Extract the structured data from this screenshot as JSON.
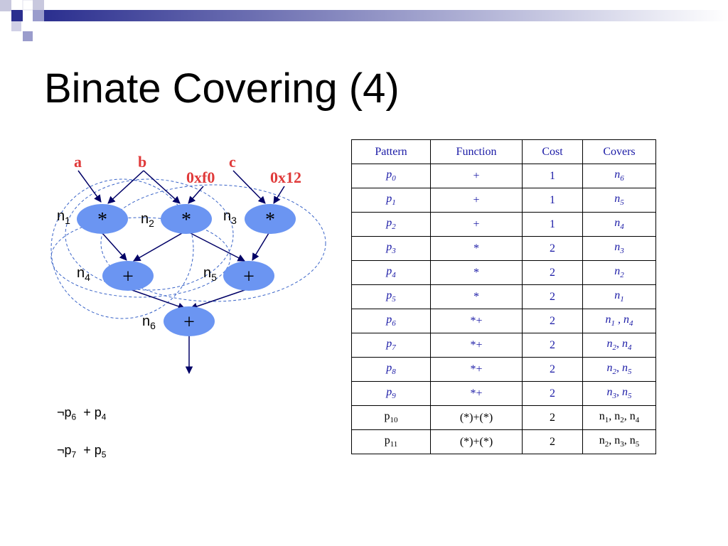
{
  "slide": {
    "title": "Binate Covering (4)",
    "colors": {
      "title": "#000000",
      "node_fill": "#6b95f2",
      "input_label": "#e03a3a",
      "edge": "#000066",
      "dashed": "#3a64c8",
      "table_text": "#1a1aa6"
    }
  },
  "diagram": {
    "inputs": [
      "a",
      "b",
      "c"
    ],
    "constants": [
      "0xf0",
      "0x12"
    ],
    "nodes": [
      {
        "label_base": "n",
        "label_sub": "1",
        "op": "*"
      },
      {
        "label_base": "n",
        "label_sub": "2",
        "op": "*"
      },
      {
        "label_base": "n",
        "label_sub": "3",
        "op": "*"
      },
      {
        "label_base": "n",
        "label_sub": "4",
        "op": "+"
      },
      {
        "label_base": "n",
        "label_sub": "5",
        "op": "+"
      },
      {
        "label_base": "n",
        "label_sub": "6",
        "op": "+"
      }
    ]
  },
  "equations": [
    {
      "neg": "¬p",
      "neg_sub": "6",
      "plus": "+ p",
      "plus_sub": "4"
    },
    {
      "neg": "¬p",
      "neg_sub": "7",
      "plus": "+ p",
      "plus_sub": "5"
    }
  ],
  "table": {
    "headers": [
      "Pattern",
      "Function",
      "Cost",
      "Covers"
    ],
    "rows": [
      {
        "p": "p",
        "ps": "0",
        "fn": "+",
        "cost": "1",
        "cov": [
          [
            "n",
            "6"
          ]
        ],
        "sep": ""
      },
      {
        "p": "p",
        "ps": "1",
        "fn": "+",
        "cost": "1",
        "cov": [
          [
            "n",
            "5"
          ]
        ],
        "sep": ""
      },
      {
        "p": "p",
        "ps": "2",
        "fn": "+",
        "cost": "1",
        "cov": [
          [
            "n",
            "4"
          ]
        ],
        "sep": ""
      },
      {
        "p": "p",
        "ps": "3",
        "fn": "*",
        "cost": "2",
        "cov": [
          [
            "n",
            "3"
          ]
        ],
        "sep": ""
      },
      {
        "p": "p",
        "ps": "4",
        "fn": "*",
        "cost": "2",
        "cov": [
          [
            "n",
            "2"
          ]
        ],
        "sep": ""
      },
      {
        "p": "p",
        "ps": "5",
        "fn": "*",
        "cost": "2",
        "cov": [
          [
            "n",
            "1"
          ]
        ],
        "sep": ""
      },
      {
        "p": "p",
        "ps": "6",
        "fn": "*+",
        "cost": "2",
        "cov": [
          [
            "n",
            "1"
          ],
          [
            "n",
            "4"
          ]
        ],
        "sep": " , "
      },
      {
        "p": "p",
        "ps": "7",
        "fn": "*+",
        "cost": "2",
        "cov": [
          [
            "n",
            "2"
          ],
          [
            "n",
            "4"
          ]
        ],
        "sep": ", "
      },
      {
        "p": "p",
        "ps": "8",
        "fn": "*+",
        "cost": "2",
        "cov": [
          [
            "n",
            "2"
          ],
          [
            "n",
            "5"
          ]
        ],
        "sep": ", "
      },
      {
        "p": "p",
        "ps": "9",
        "fn": "*+",
        "cost": "2",
        "cov": [
          [
            "n",
            "3"
          ],
          [
            "n",
            "5"
          ]
        ],
        "sep": ", "
      },
      {
        "p": "p",
        "ps": "10",
        "fn": "(*)+(*)",
        "cost": "2",
        "cov": [
          [
            "n",
            "1"
          ],
          [
            "n",
            "2"
          ],
          [
            "n",
            "4"
          ]
        ],
        "sep": ", ",
        "plain": true
      },
      {
        "p": "p",
        "ps": "11",
        "fn": "(*)+(*)",
        "cost": "2",
        "cov": [
          [
            "n",
            "2"
          ],
          [
            "n",
            "3"
          ],
          [
            "n",
            "5"
          ]
        ],
        "sep": ", ",
        "plain": true
      }
    ]
  }
}
